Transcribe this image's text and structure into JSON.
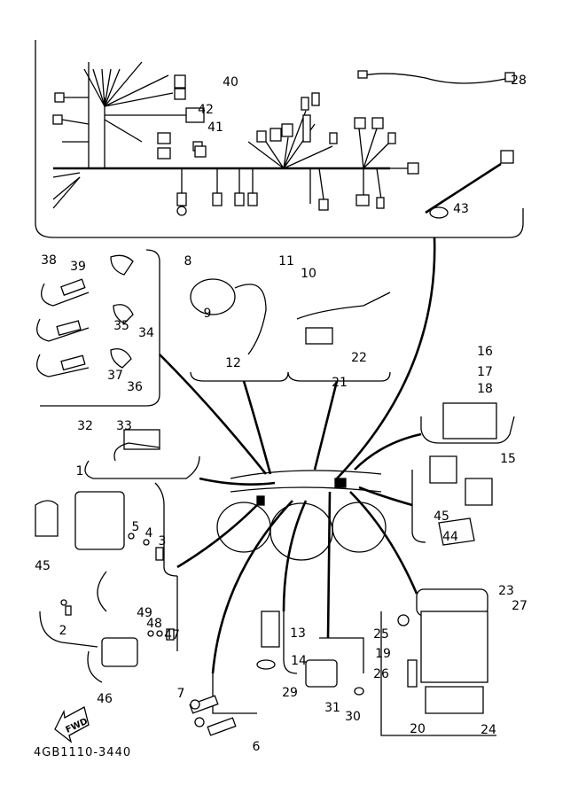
{
  "diagram": {
    "callouts": [
      "28",
      "40",
      "42",
      "41",
      "43",
      "38",
      "39",
      "35",
      "34",
      "37",
      "36",
      "8",
      "11",
      "10",
      "9",
      "12",
      "22",
      "21",
      "16",
      "17",
      "18",
      "15",
      "32",
      "33",
      "1",
      "45",
      "5",
      "4",
      "3",
      "45",
      "44",
      "2",
      "49",
      "48",
      "47",
      "46",
      "23",
      "27",
      "25",
      "19",
      "13",
      "14",
      "29",
      "26",
      "31",
      "30",
      "20",
      "24",
      "7",
      "6"
    ],
    "fwd_label": "FWD",
    "drawing_code": "4GB1110-3440"
  }
}
